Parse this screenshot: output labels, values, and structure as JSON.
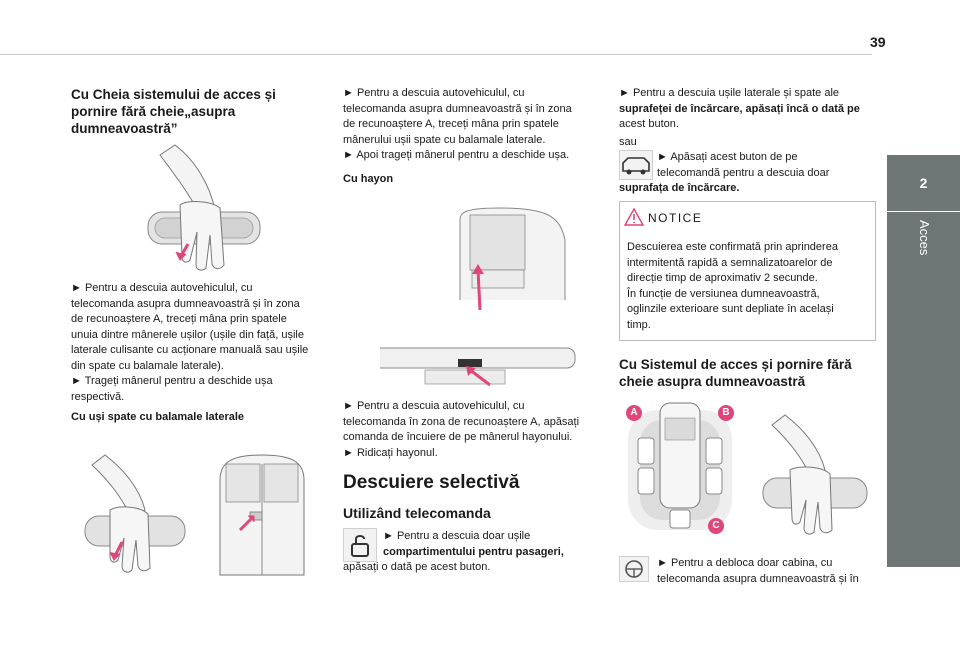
{
  "page": {
    "number": "39"
  },
  "sidebar": {
    "chapter_num": "2",
    "chapter_label": "Acces"
  },
  "col1": {
    "title": "Cu Cheia sistemului de acces și pornire fără cheie„asupra dumneavoastră”",
    "p1_lines": [
      "► Pentru a descuia autovehiculul, cu",
      "telecomanda asupra dumneavoastră și în zona",
      "de recunoaștere A, treceți mâna prin spatele",
      "unuia dintre mânerele ușilor (ușile din față, ușile",
      "laterale culisante cu acționare manuală sau ușile",
      "din spate cu balamale laterale).",
      "► Trageți mânerul pentru a deschide ușa",
      "respectivă."
    ],
    "subtitle": "Cu uși spate cu balamale laterale"
  },
  "col2": {
    "p1_lines": [
      "► Pentru a descuia autovehiculul, cu",
      "telecomanda asupra dumneavoastră și în zona",
      "de recunoaștere A, treceți mâna prin spatele",
      "mânerului ușii spate cu balamale laterale.",
      "► Apoi trageți mânerul pentru a deschide ușa."
    ],
    "subtitle": "Cu hayon",
    "p2_lines": [
      "► Pentru a descuia autovehiculul, cu",
      "telecomanda în zona de recunoaștere A, apăsați",
      "comanda de încuiere de pe mânerul hayonului.",
      "► Ridicați hayonul."
    ],
    "heading": "Descuiere selectivă",
    "subheading": "Utilizând telecomanda",
    "p3_line1": "► Pentru a descuia doar ușile",
    "p3_line2": "compartimentului pentru pasageri,",
    "p3_line3": "apăsați o dată pe acest buton."
  },
  "col3": {
    "p1_lines": [
      "► Pentru a descuia ușile laterale și spate ale",
      "suprafeței de încărcare, apăsați încă o dată pe",
      "acest buton."
    ],
    "sau": "sau",
    "p2_line1": "► Apăsați acest buton de pe",
    "p2_line2": "telecomandă pentru a descuia doar",
    "p2_line3": "suprafața de încărcare.",
    "notice_title": "NOTICE",
    "notice_lines": [
      "Descuierea este confirmată prin aprinderea",
      "intermitentă rapidă a semnalizatoarelor de",
      "direcție timp de aproximativ 2 secunde.",
      "În funcție de versiunea dumneavoastră,",
      "oglinzile exterioare sunt depliate în același",
      "timp."
    ],
    "heading": "Cu Sistemul de acces și pornire fără cheie asupra dumneavoastră",
    "zones": [
      "A",
      "B",
      "C"
    ],
    "p3_line1": "► Pentru a debloca doar cabina, cu",
    "p3_line2": "telecomanda asupra dumneavoastră și în"
  },
  "colors": {
    "zone_pink": "#e0457b",
    "tab_gray": "#6d7575",
    "arrow_pink": "#e0457b"
  },
  "icons": [
    "lock-open-icon",
    "van-icon",
    "warning-icon",
    "steering-wheel-icon"
  ]
}
